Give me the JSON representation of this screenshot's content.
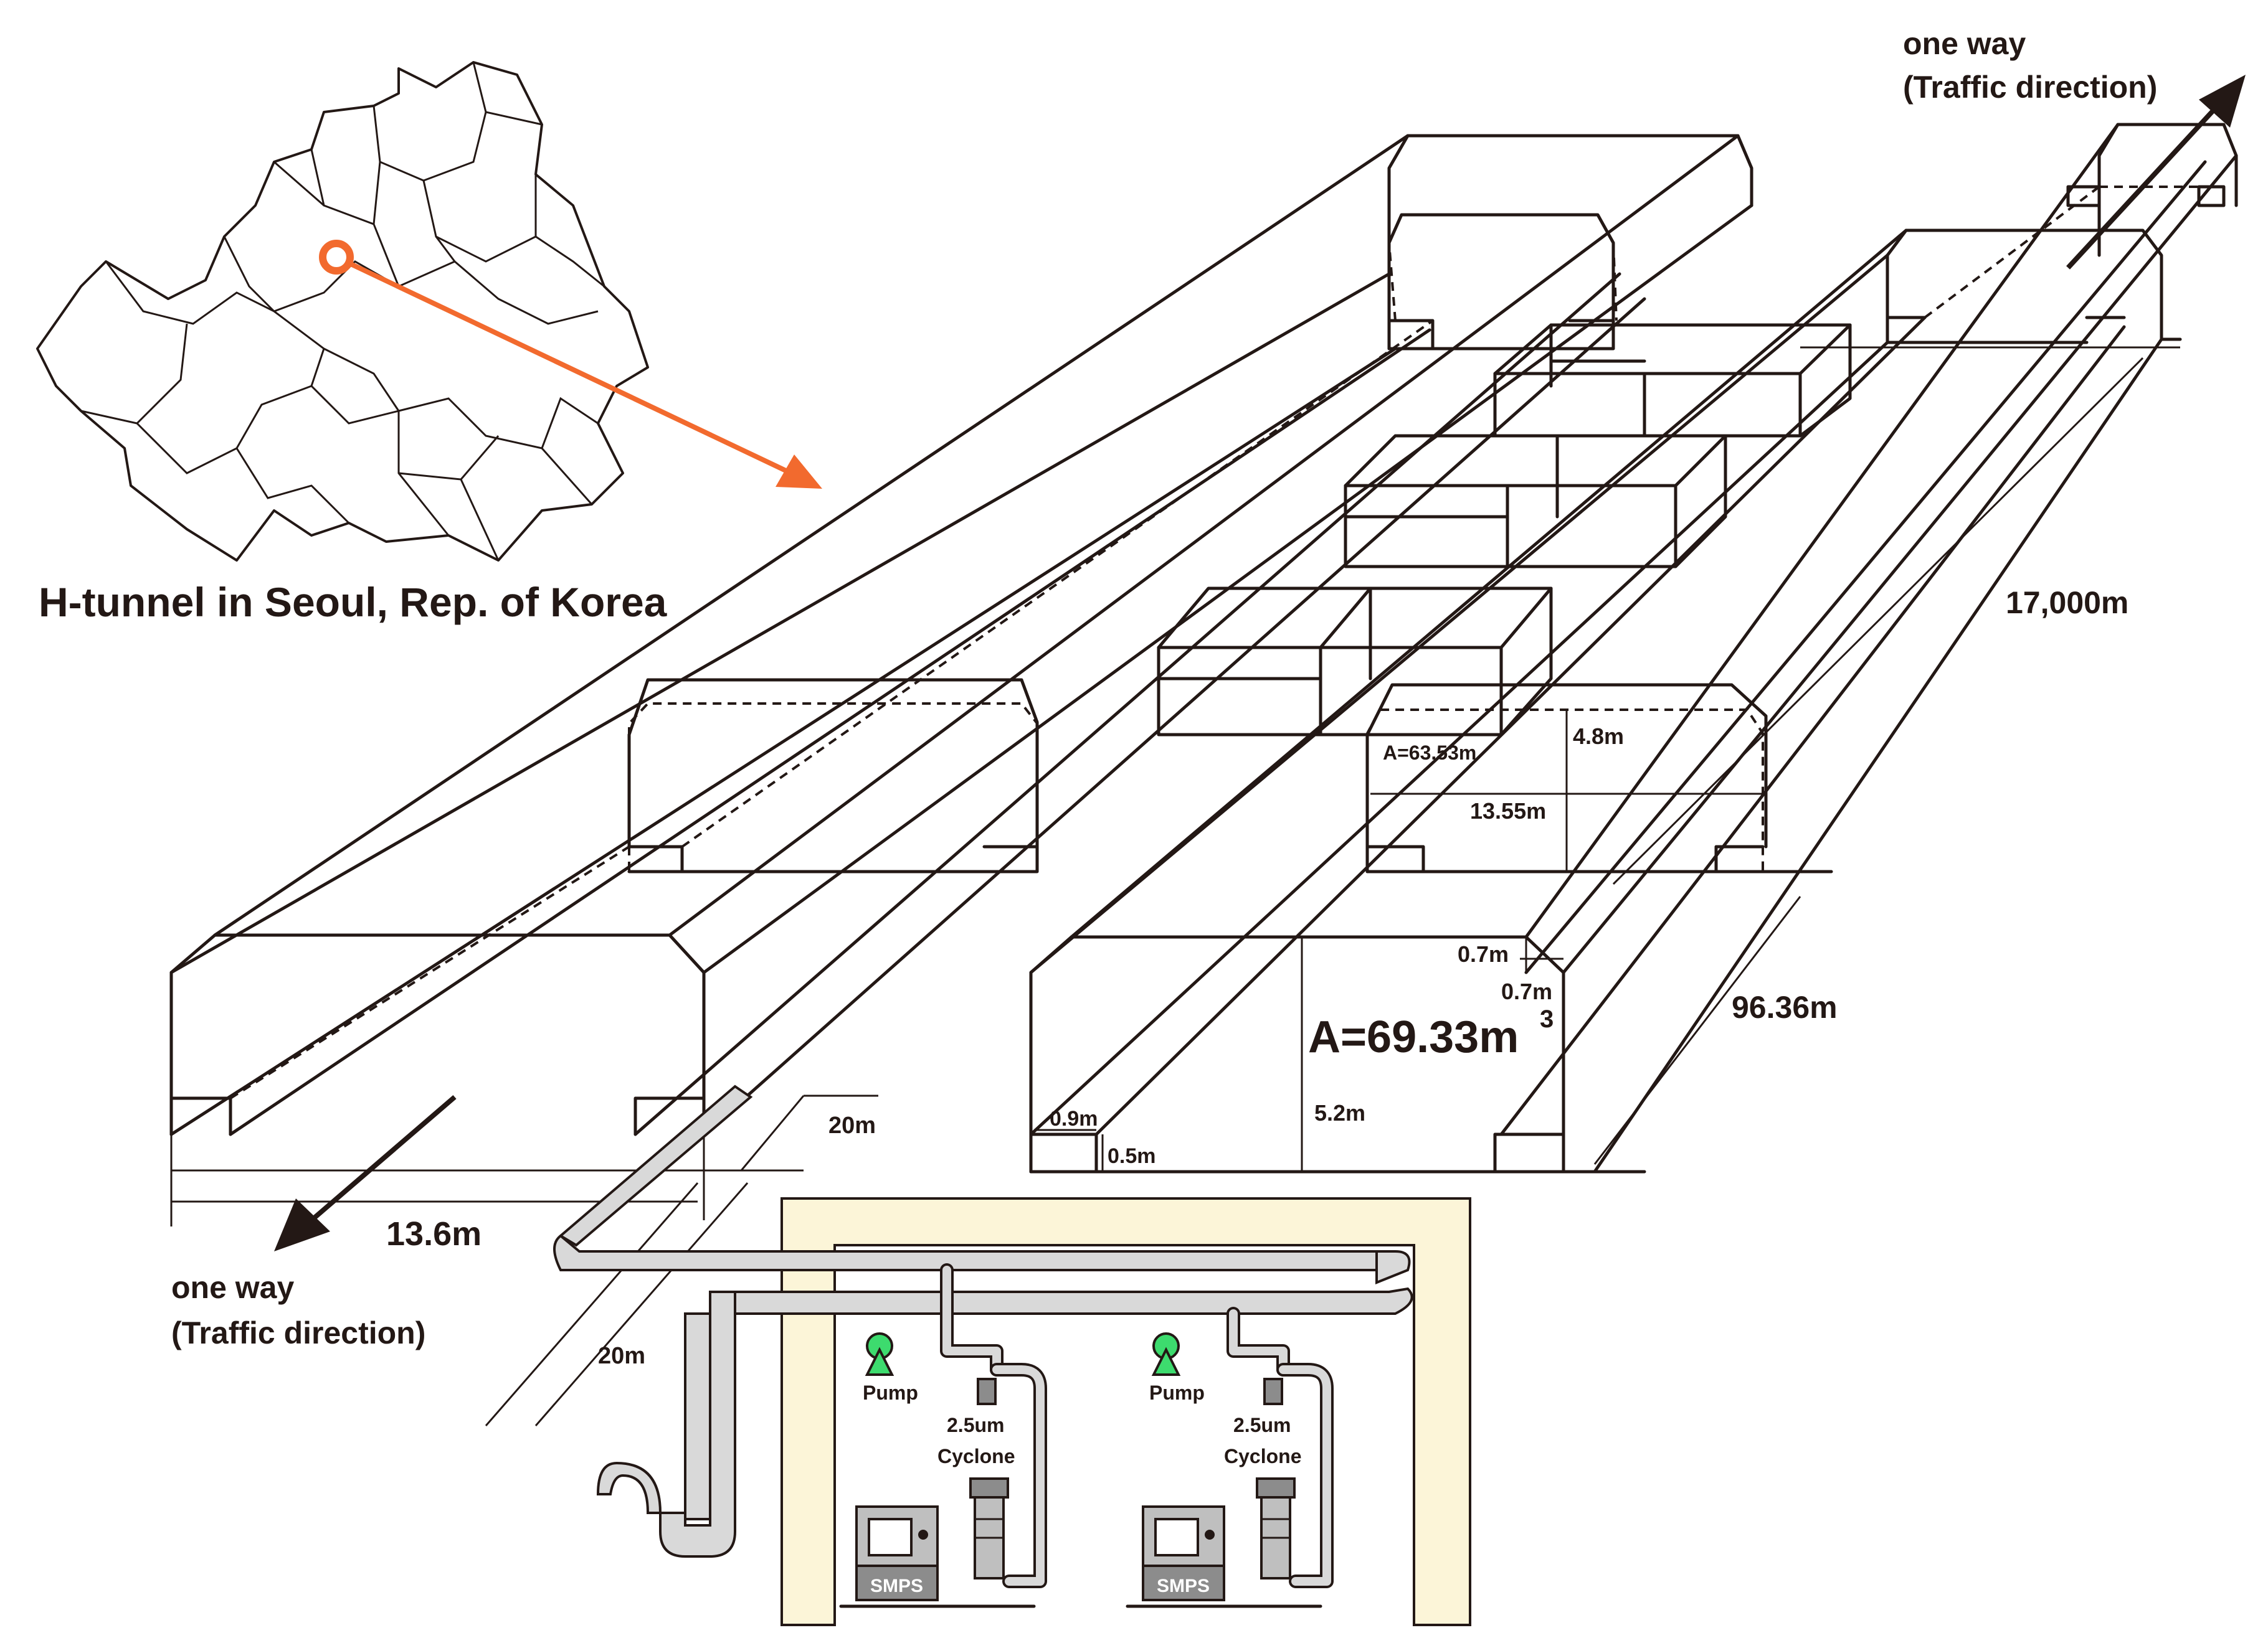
{
  "map": {
    "caption": "H-tunnel in Seoul, Rep. of Korea",
    "marker_color": "#F26A2E"
  },
  "traffic": {
    "top_label_line1": "one way",
    "top_label_line2": "(Traffic direction)",
    "bottom_label_line1": "one way",
    "bottom_label_line2": "(Traffic direction)"
  },
  "dimensions": {
    "tunnel_length": "17,000m",
    "section_spacing": "96.36m",
    "area_large": "A=69.33m",
    "area_large_exp": "3",
    "area_small": "A=63.53m",
    "height_large": "5.2m",
    "height_small": "4.8m",
    "width_large": "13.6m",
    "width_small": "13.55m",
    "chamfer_1": "0.7m",
    "chamfer_2": "0.7m",
    "curb_width": "0.9m",
    "curb_height": "0.5m",
    "pipe_length_1": "20m",
    "pipe_length_2": "20m"
  },
  "equipment": {
    "left": {
      "pump": "Pump",
      "cyclone_line1": "2.5um",
      "cyclone_line2": "Cyclone",
      "analyzer": "SMPS"
    },
    "right": {
      "pump": "Pump",
      "cyclone_line1": "2.5um",
      "cyclone_line2": "Cyclone",
      "analyzer": "SMPS"
    }
  },
  "colors": {
    "line": "#231815",
    "accent_orange": "#F26A2E",
    "shelter": "#FCF5D8",
    "pipe": "#D9D9D9",
    "pump_green": "#3DDB6E"
  }
}
